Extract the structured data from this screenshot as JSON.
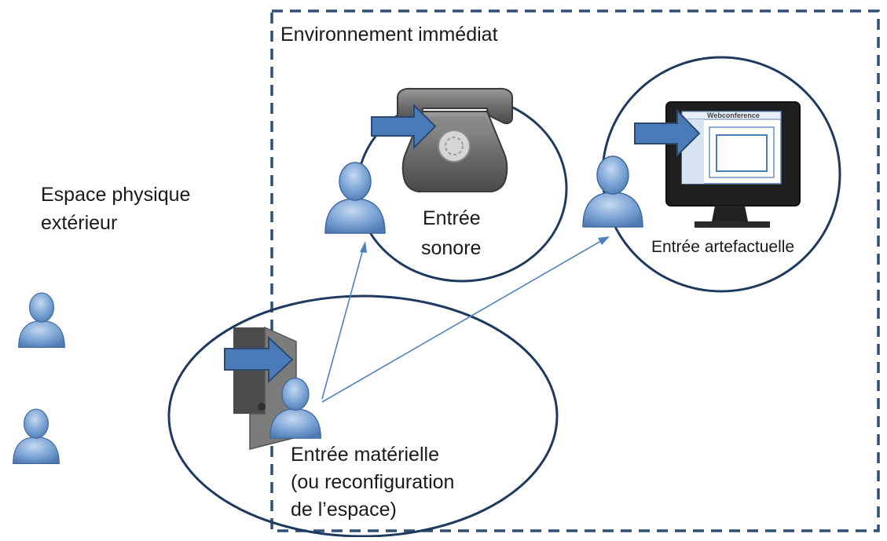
{
  "environment": {
    "label": "Environnement immédiat"
  },
  "outside": {
    "label_line1": "Espace physique",
    "label_line2": "extérieur"
  },
  "entries": {
    "sonore": {
      "line1": "Entrée",
      "line2": "sonore",
      "icon": "telephone-icon"
    },
    "artefactuelle": {
      "label": "Entrée artefactuelle",
      "icon": "computer-monitor-icon",
      "window_title": "Webconference"
    },
    "materielle": {
      "line1": "Entrée matérielle",
      "line2": "(ou reconfiguration",
      "line3": "de l’espace)",
      "icon": "door-icon"
    }
  },
  "colors": {
    "dashed_border": "#2f4e72",
    "ellipse_stroke": "#1f3a5f",
    "arrow_fill": "#4a7ab8",
    "connector": "#4f81bd",
    "person": "#6f97c9"
  }
}
